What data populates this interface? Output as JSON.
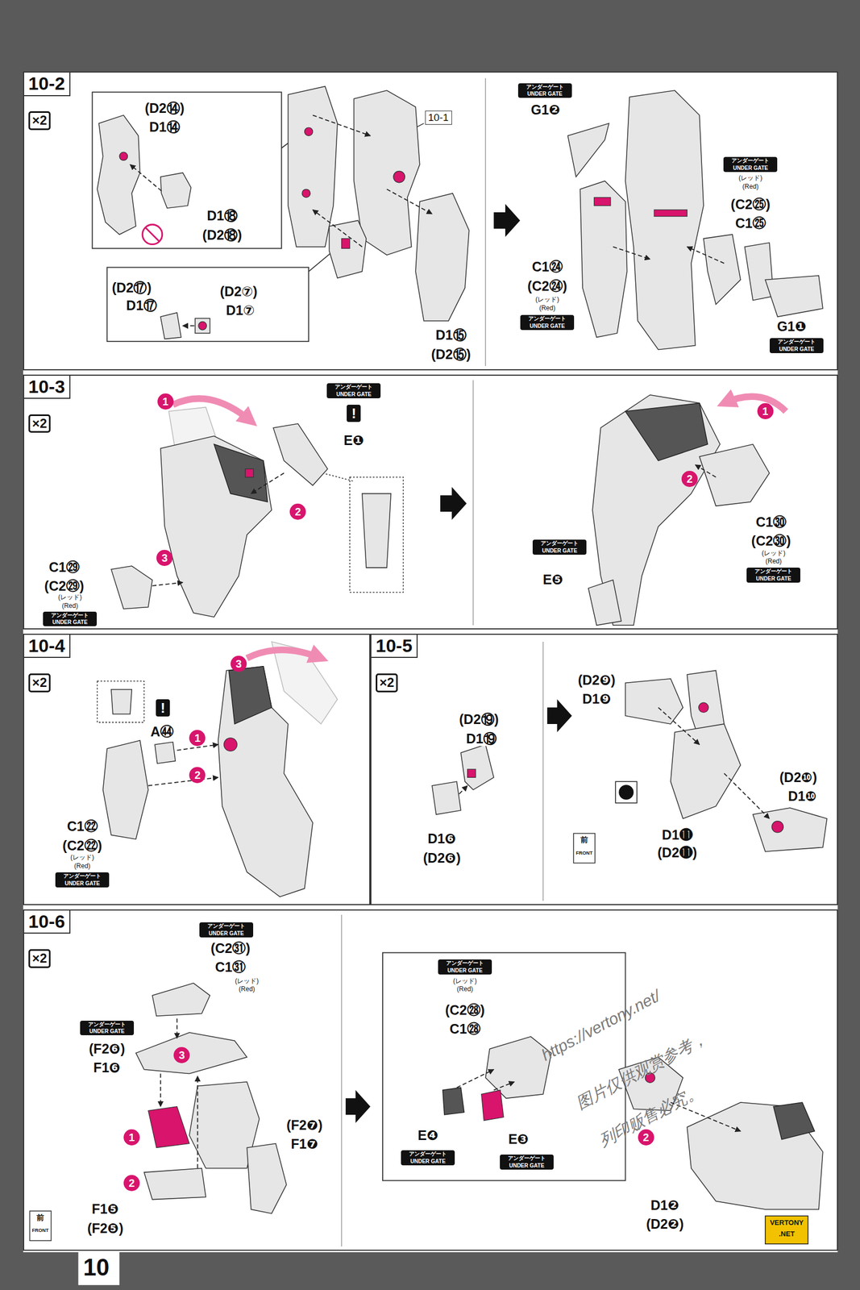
{
  "diagram": {
    "nodes": [
      {
        "text": [
          "10-2",
          "×2"
        ]
      },
      {
        "text": [
          "10-1"
        ],
        "in": 0
      },
      {
        "text": [
          "10-3",
          "×2"
        ]
      },
      {
        "text": [
          "10-4",
          "×2"
        ]
      },
      {
        "text": [
          "10-5",
          "×2"
        ]
      },
      {
        "text": [
          "10-6",
          "×2"
        ]
      }
    ],
    "labels": [
      "(D2⑭)",
      "D1⑭",
      "D1⑱",
      "(D2⑱)",
      "(D2⑰)",
      "D1⑰",
      "(D2⑦)",
      "D1⑦",
      "D1⑮",
      "(D2⑮)",
      "アンダーゲート",
      "UNDER GATE",
      "G1❷",
      "アンダーゲート",
      "UNDER GATE",
      "(レッド)",
      "(Red)",
      "(C2㉕)",
      "C1㉕",
      "C1㉔",
      "(C2㉔)",
      "(レッド)",
      "(Red)",
      "アンダーゲート",
      "UNDER GATE",
      "G1❶",
      "アンダーゲート",
      "UNDER GATE",
      "1",
      "アンダーゲート",
      "UNDER GATE",
      "!",
      "E❶",
      "2",
      "3",
      "C1㉙",
      "(C2㉙)",
      "(レッド)",
      "(Red)",
      "アンダーゲート",
      "UNDER GATE",
      "1",
      "2",
      "C1㉚",
      "(C2㉚)",
      "(レッド)",
      "(Red)",
      "アンダーゲート",
      "UNDER GATE",
      "アンダーゲート",
      "UNDER GATE",
      "E❺",
      "!",
      "A㊹",
      "1",
      "2",
      "3",
      "C1㉒",
      "(C2㉒)",
      "(レッド)",
      "(Red)",
      "アンダーゲート",
      "UNDER GATE",
      "(D2⑲)",
      "D1⑲",
      "D1❻",
      "(D2❻)",
      "(D2❾)",
      "D1❾",
      "(D2❿)",
      "D1❿",
      "D1⓫",
      "(D2⓫)",
      "前",
      "FRONT",
      "アンダーゲート",
      "UNDER GATE",
      "(C2㉛)",
      "C1㉛",
      "(レッド)",
      "(Red)",
      "アンダーゲート",
      "UNDER GATE",
      "(F2❻)",
      "F1❻",
      "3",
      "1",
      "2",
      "(F2❼)",
      "F1❼",
      "F1❺",
      "(F2❺)",
      "前",
      "FRONT",
      "アンダーゲート",
      "UNDER GATE",
      "(レッド)",
      "(Red)",
      "(C2㉘)",
      "C1㉘",
      "E❹",
      "アンダーゲート",
      "UNDER GATE",
      "E❸",
      "アンダーゲート",
      "UNDER GATE",
      "2",
      "D1❷",
      "(D2❷)",
      "https://vertony.net/",
      "图片仅供观赏参考，",
      "列印贩售必究。",
      "VERTONY",
      ".NET",
      "10"
    ]
  }
}
